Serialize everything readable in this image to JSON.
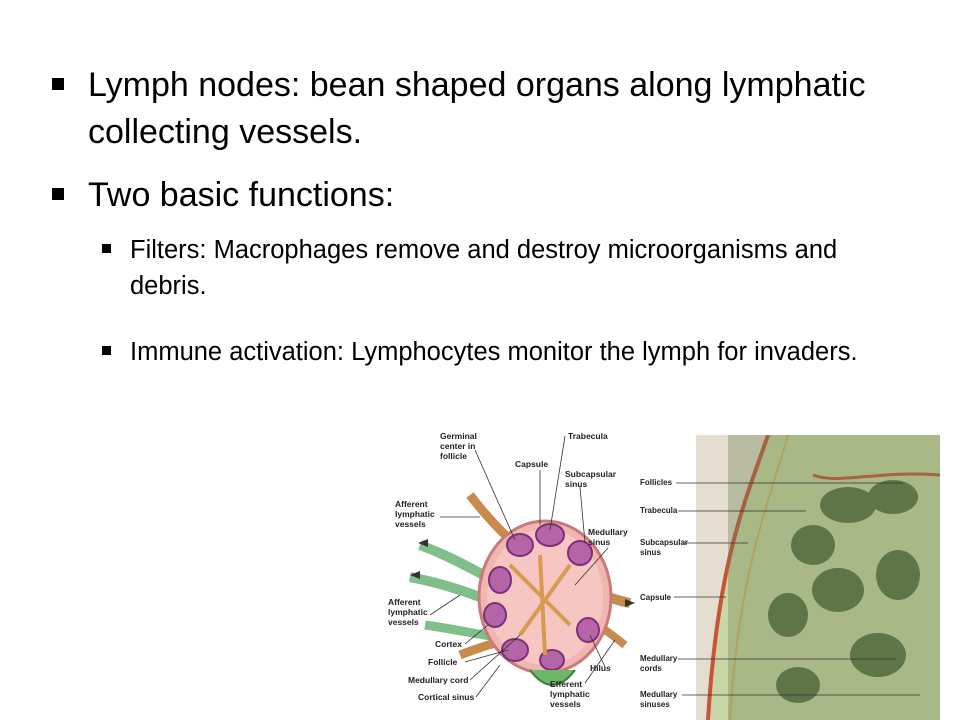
{
  "bullets": {
    "b1": "Lymph nodes: bean shaped organs along lymphatic collecting vessels.",
    "b2": "Two basic functions:",
    "b2a": "Filters: Macrophages remove and destroy microorganisms and debris.",
    "b2b": "Immune activation: Lymphocytes monitor the lymph for invaders."
  },
  "diagram_labels": {
    "germinal": [
      "Germinal",
      "center in",
      "follicle"
    ],
    "trabecula": "Trabecula",
    "capsule": "Capsule",
    "subcapsular": [
      "Subcapsular",
      "sinus"
    ],
    "afferent1": [
      "Afferent",
      "lymphatic",
      "vessels"
    ],
    "medullary_sinus": [
      "Medullary",
      "sinus"
    ],
    "afferent2": [
      "Afferent",
      "lymphatic",
      "vessels"
    ],
    "cortex": "Cortex",
    "follicle": "Follicle",
    "medullary_cord": "Medullary cord",
    "cortical_sinus": "Cortical sinus",
    "hilus": "Hilus",
    "efferent": [
      "Efferent",
      "lymphatic",
      "vessels"
    ]
  },
  "micrograph_labels": {
    "follicles": "Follicles",
    "trabecula": "Trabecula",
    "subcapsular": [
      "Subcapsular",
      "sinus"
    ],
    "capsule": "Capsule",
    "medullary_cords": [
      "Medullary",
      "cords"
    ],
    "medullary_sinuses": [
      "Medullary",
      "sinuses"
    ]
  }
}
